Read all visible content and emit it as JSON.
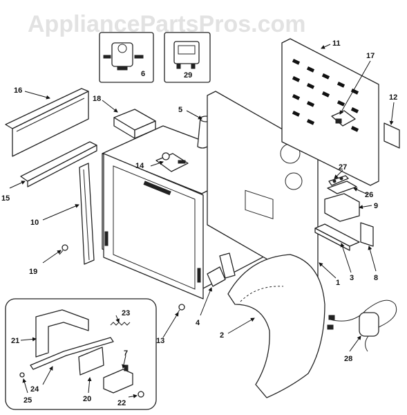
{
  "watermark": "AppliancePartsPros.com",
  "callouts": {
    "c1": "1",
    "c2": "2",
    "c3": "3",
    "c4": "4",
    "c5": "5",
    "c6": "6",
    "c7": "7",
    "c8": "8",
    "c9": "9",
    "c10": "10",
    "c11": "11",
    "c12": "12",
    "c13": "13",
    "c14": "14",
    "c15": "15",
    "c16": "16",
    "c17": "17",
    "c18": "18",
    "c19": "19",
    "c20": "20",
    "c21": "21",
    "c22": "22",
    "c23": "23",
    "c24": "24",
    "c25": "25",
    "c26": "26",
    "c27": "27",
    "c28": "28",
    "c29": "29"
  }
}
